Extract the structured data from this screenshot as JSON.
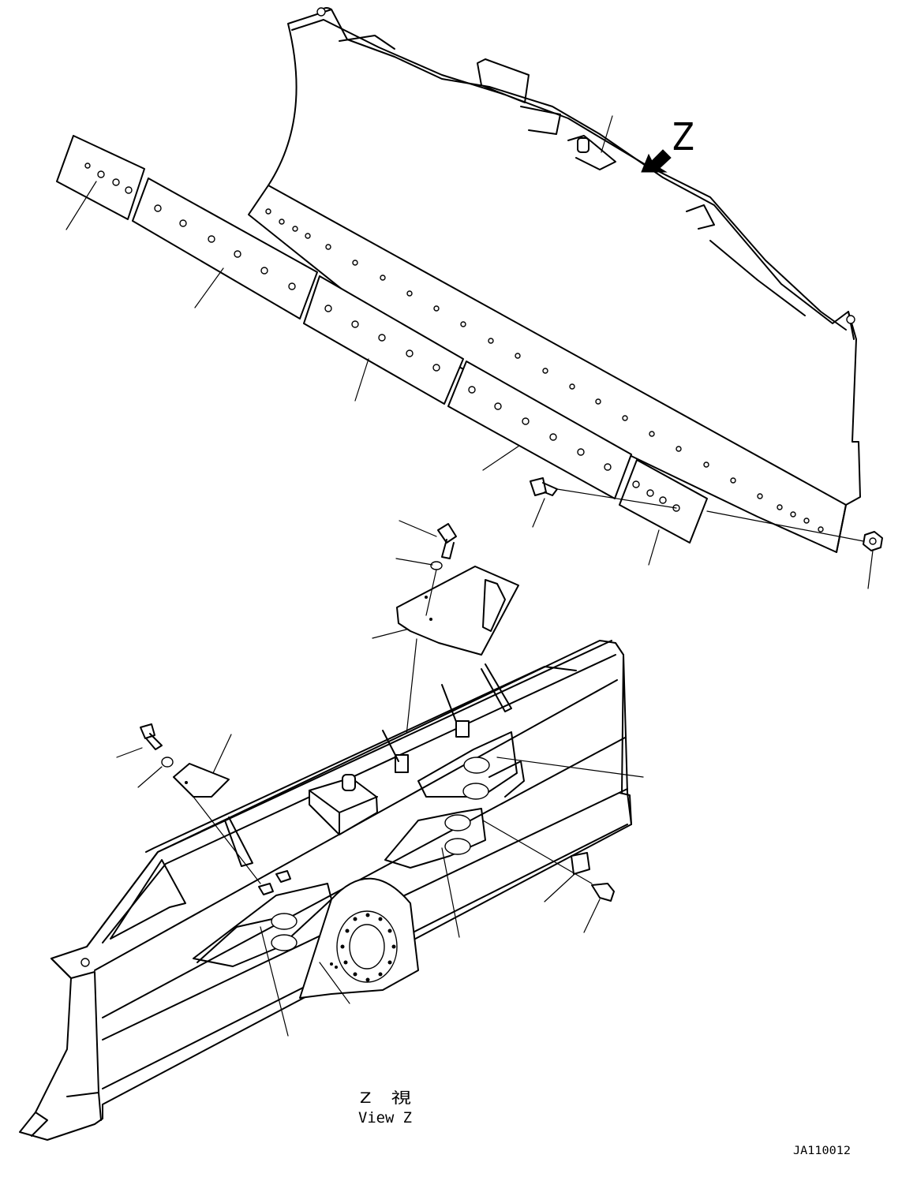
{
  "view_marker": {
    "letter": "Z",
    "arrow_icon": "view-direction-arrow"
  },
  "view_label": {
    "japanese": "Z　視",
    "english": "View Z"
  },
  "drawing_code": "JA110012",
  "colors": {
    "line": "#000000",
    "background": "#ffffff"
  }
}
